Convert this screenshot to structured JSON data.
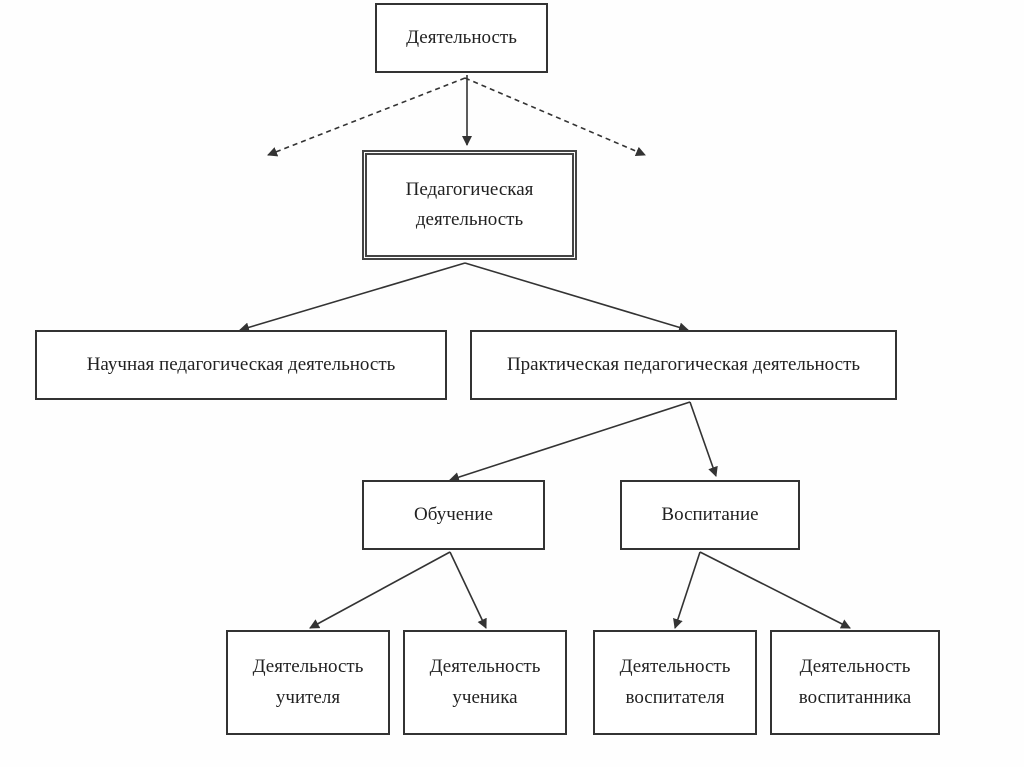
{
  "nodes": {
    "root": "Деятельность",
    "pedagogical": "Педагогическая деятельность",
    "scientific": "Научная педагогическая деятельность",
    "practical": "Практическая педагогическая деятельность",
    "teaching": "Обучение",
    "upbringing": "Воспитание",
    "teacher": "Деятельность учителя",
    "student": "Деятельность ученика",
    "educator": "Деятельность воспитателя",
    "pupil": "Деятельность воспитанника"
  }
}
